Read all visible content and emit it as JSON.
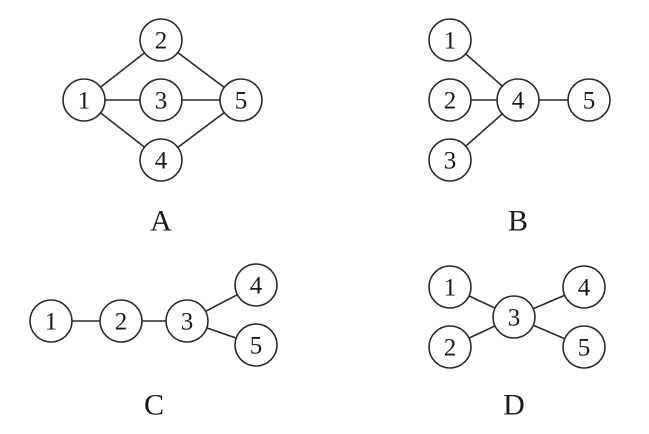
{
  "diagrams": [
    {
      "label": "A",
      "nodes": [
        "1",
        "2",
        "3",
        "4",
        "5"
      ],
      "edges": [
        [
          "1",
          "2"
        ],
        [
          "1",
          "3"
        ],
        [
          "1",
          "4"
        ],
        [
          "2",
          "5"
        ],
        [
          "3",
          "5"
        ],
        [
          "4",
          "5"
        ]
      ]
    },
    {
      "label": "B",
      "nodes": [
        "1",
        "2",
        "3",
        "4",
        "5"
      ],
      "edges": [
        [
          "1",
          "4"
        ],
        [
          "2",
          "4"
        ],
        [
          "3",
          "4"
        ],
        [
          "4",
          "5"
        ]
      ]
    },
    {
      "label": "C",
      "nodes": [
        "1",
        "2",
        "3",
        "4",
        "5"
      ],
      "edges": [
        [
          "1",
          "2"
        ],
        [
          "2",
          "3"
        ],
        [
          "3",
          "4"
        ],
        [
          "3",
          "5"
        ]
      ]
    },
    {
      "label": "D",
      "nodes": [
        "1",
        "2",
        "3",
        "4",
        "5"
      ],
      "edges": [
        [
          "1",
          "3"
        ],
        [
          "2",
          "3"
        ],
        [
          "3",
          "4"
        ],
        [
          "3",
          "5"
        ]
      ]
    }
  ],
  "colors": {
    "stroke": "#2a2a2a",
    "text": "#1a1a1a",
    "background": "#ffffff"
  }
}
